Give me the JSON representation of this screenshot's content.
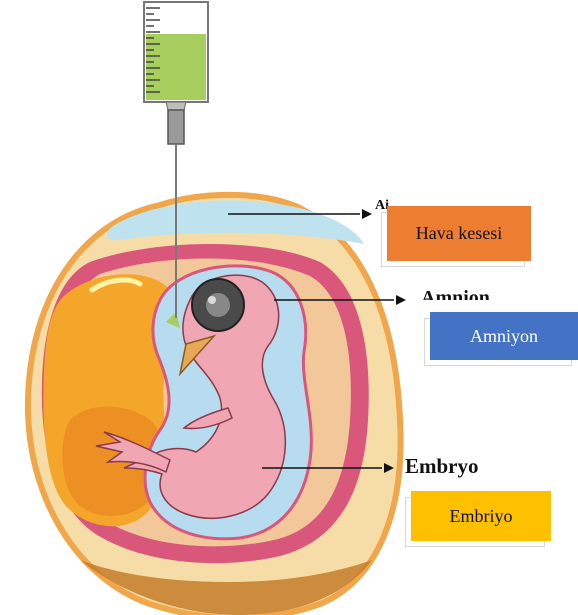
{
  "labels": {
    "air_sac": "Hava kesesi",
    "amnion": "Amniyon",
    "embryo": "Embriyo"
  },
  "original_labels": {
    "air_sac": "Ai",
    "amnion": "Amnion",
    "embryo": "Embryo"
  },
  "colors": {
    "air_sac_box": "#ed7d31",
    "amnion_box": "#4472c4",
    "embryo_box": "#ffc000",
    "syringe_liquid": "#a6cf5e",
    "shell": "#f6dca6",
    "shell_edge": "#f0a64a",
    "albumen": "#f7d9b2",
    "air_cell": "#bfe3ee",
    "yolk": "#f4a62a",
    "yolk_inner": "#ea8b22",
    "membrane": "#d9577a",
    "amniotic_fluid": "#b7dcef",
    "embryo_skin": "#f0a6b3",
    "eye": "#4a4a4a",
    "beak": "#e9a857",
    "base": "#c47c2a"
  }
}
